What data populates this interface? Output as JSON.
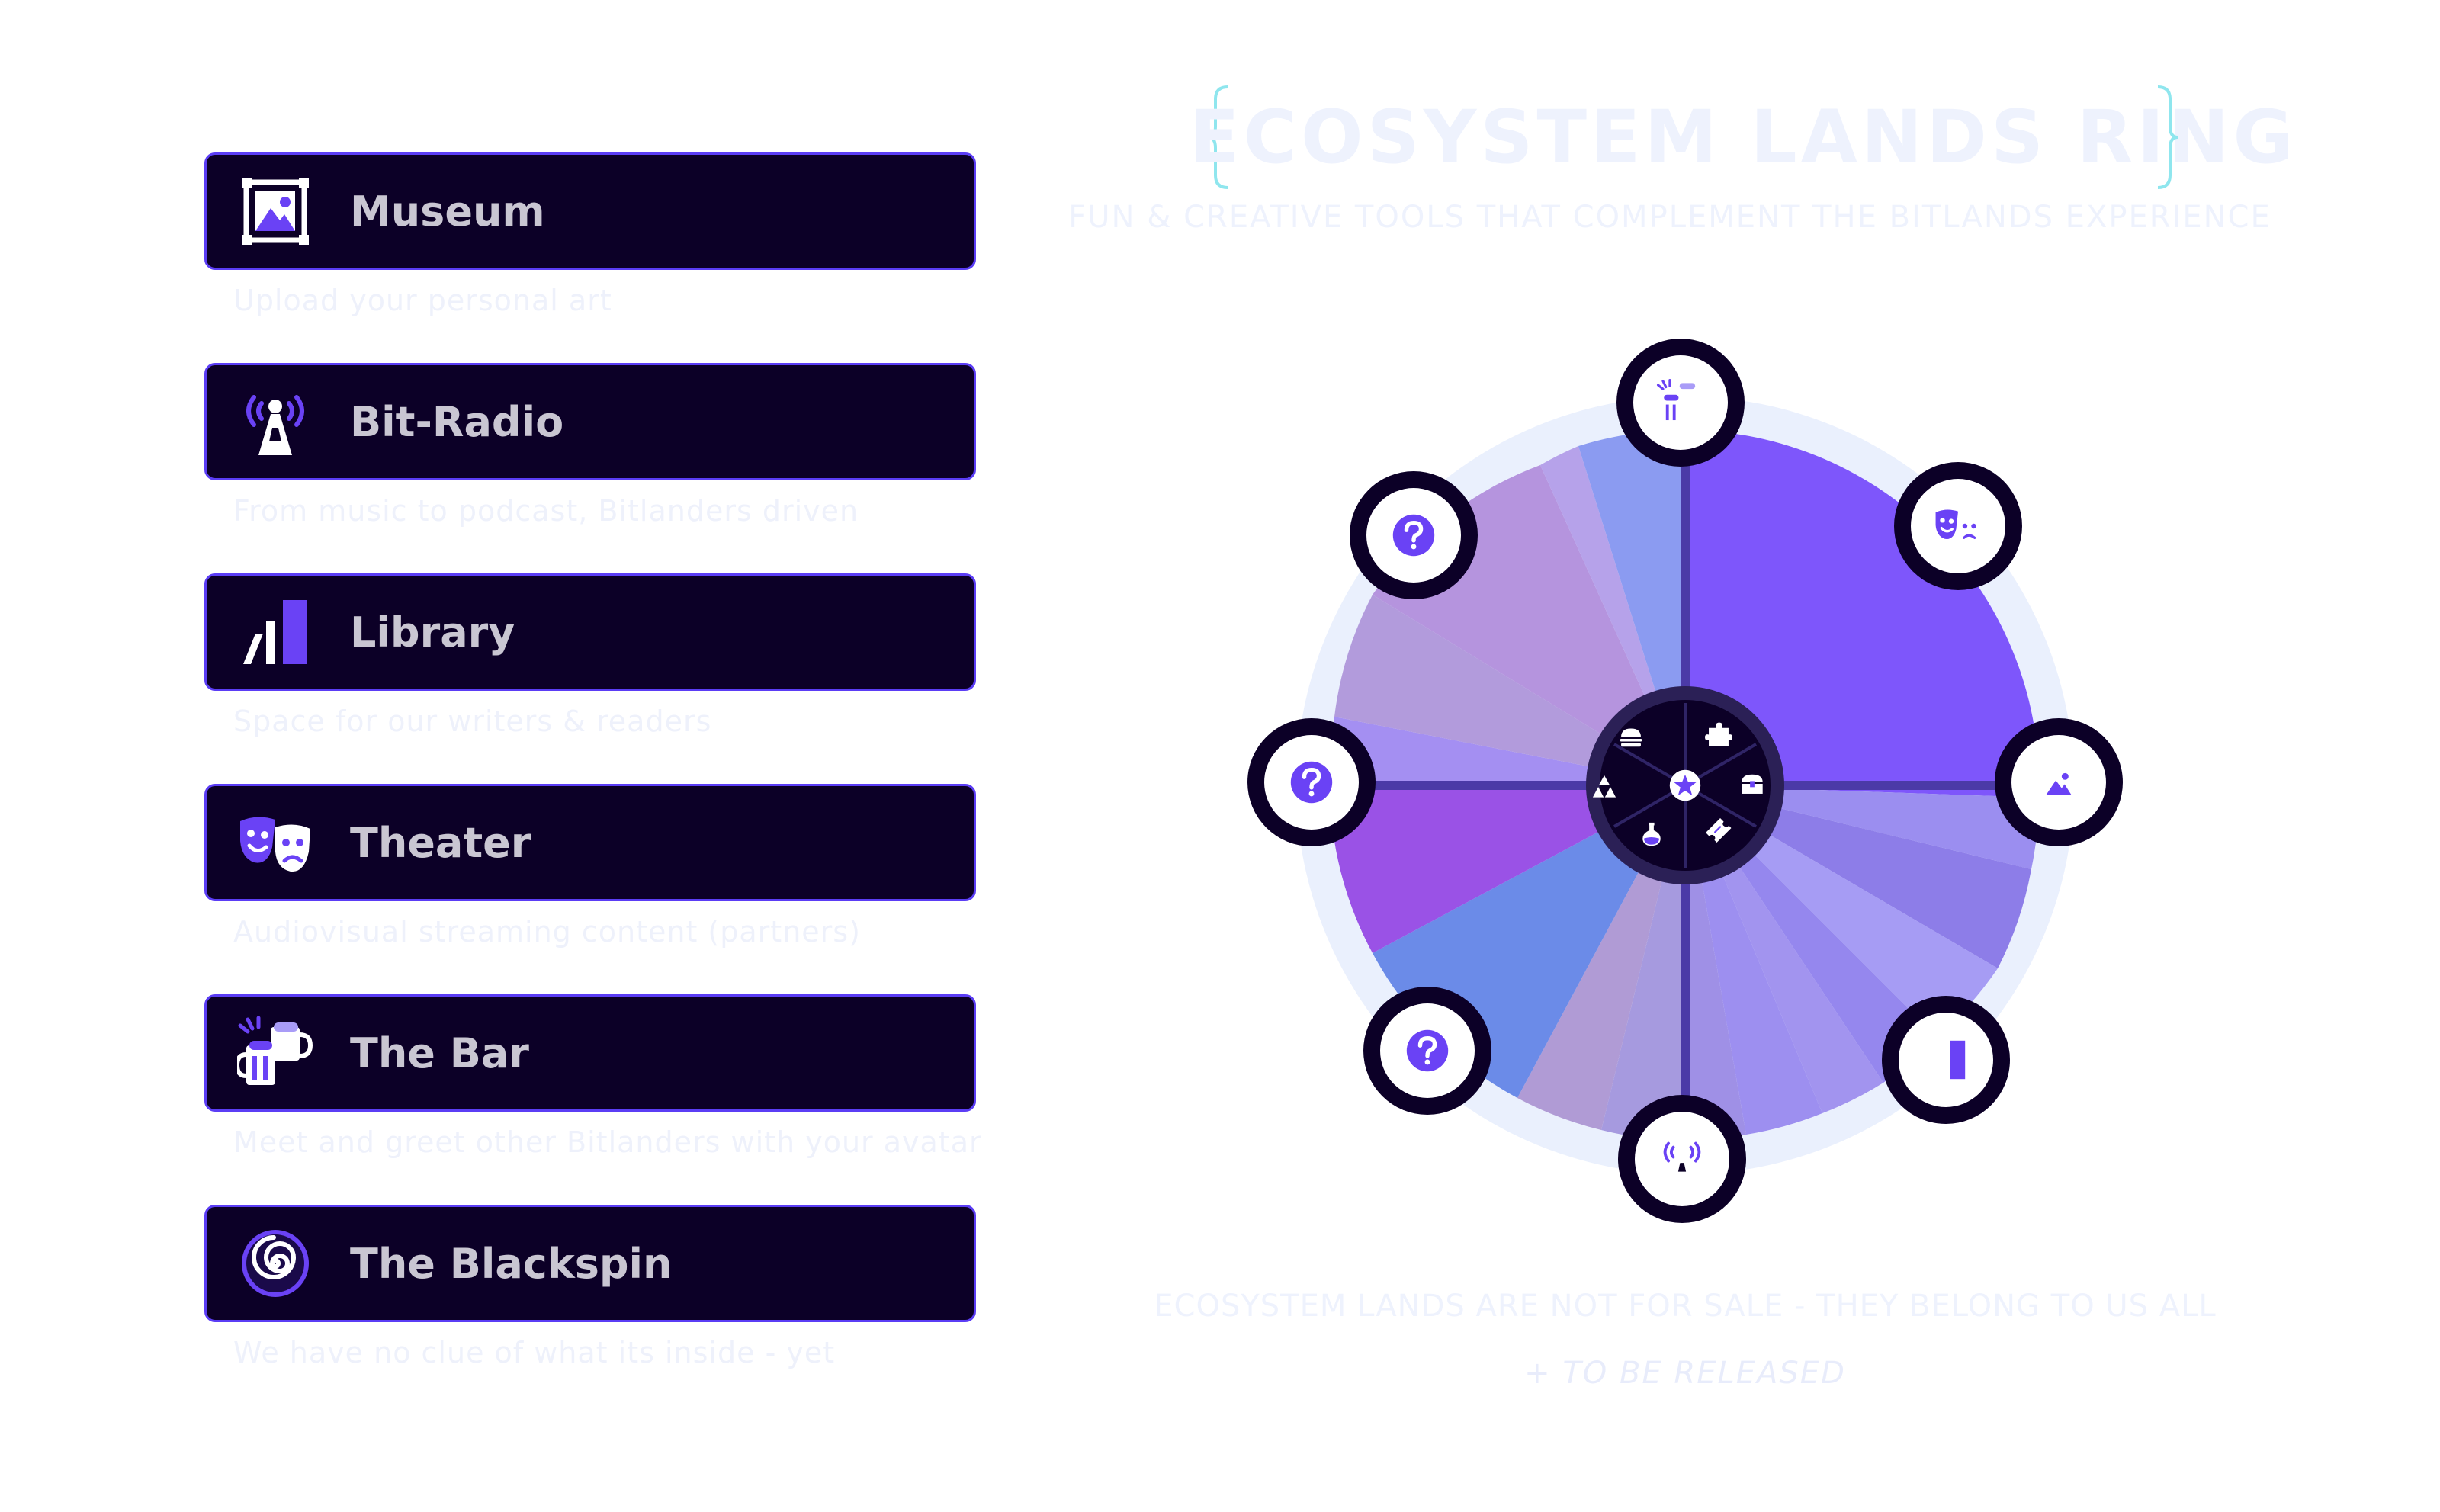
{
  "lands": [
    {
      "name": "Museum",
      "description": "Upload your personal art",
      "icon": "frame-picture-icon"
    },
    {
      "name": "Bit-Radio",
      "description": "From music to podcast, Bitlanders driven",
      "icon": "radio-tower-icon"
    },
    {
      "name": "Library",
      "description": "Space for our writers & readers",
      "icon": "books-icon"
    },
    {
      "name": "Theater",
      "description": "Audiovisual streaming content (partners)",
      "icon": "theater-masks-icon"
    },
    {
      "name": "The Bar",
      "description": "Meet and greet other Bitlanders with your avatar",
      "icon": "beer-mugs-icon"
    },
    {
      "name": "The Blackspin",
      "description": "We have no clue of what its inside - yet",
      "icon": "spiral-icon"
    }
  ],
  "ring": {
    "title": "ECOSYSTEM LANDS RING",
    "subtitle": "FUN & CREATIVE TOOLS THAT COMPLEMENT THE BITLANDS EXPERIENCE",
    "footnote": "ECOSYSTEM LANDS ARE NOT FOR SALE - THEY BELONG TO US ALL",
    "release_note": "+ TO BE RELEASED",
    "unknown_symbol": "?",
    "nodes": [
      {
        "icon": "beer-mugs-icon"
      },
      {
        "icon": "theater-masks-icon"
      },
      {
        "icon": "frame-picture-icon"
      },
      {
        "icon": "books-icon"
      },
      {
        "icon": "radio-tower-icon"
      },
      {
        "icon": "question-mark-icon"
      },
      {
        "icon": "question-mark-icon"
      },
      {
        "icon": "question-mark-icon"
      }
    ],
    "hub_icons": [
      "burger-icon",
      "puzzle-icon",
      "triangles-icon",
      "star-icon",
      "chest-icon",
      "potion-icon",
      "ticket-icon"
    ]
  },
  "colors": {
    "card_bg": "#0c0027",
    "card_border": "#5b3df5",
    "accent_purple": "#6a42f5",
    "light_purple": "#a99cf7",
    "ring_halo": "#eaf0fd",
    "node_ring": "#0c0027",
    "bracket_cyan": "#8fe6ee",
    "faded_text": "#eef1fb"
  }
}
